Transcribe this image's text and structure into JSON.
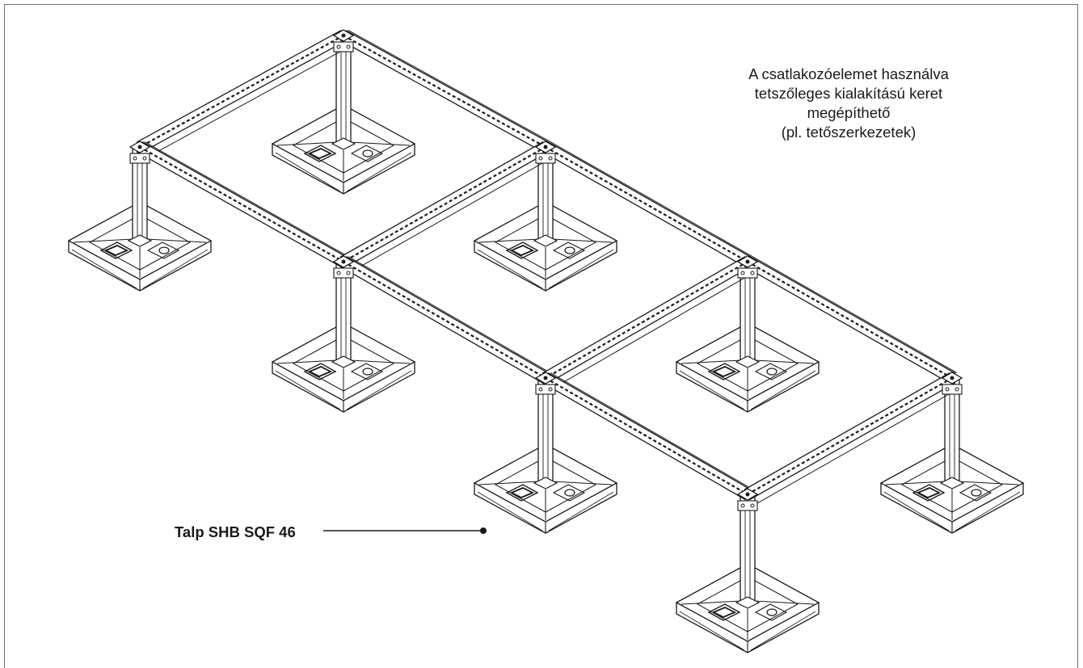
{
  "description": {
    "lines": [
      "A csatlakozóelemet használva",
      "tetszőleges kialakítású keret",
      "megépíthető",
      "(pl. tetőszerkezetek)"
    ]
  },
  "callout": {
    "label": "Talp SHB SQF 46"
  },
  "colors": {
    "stroke": "#1a1a1a",
    "frame_border": "#6f6f6f",
    "background": "#ffffff"
  }
}
